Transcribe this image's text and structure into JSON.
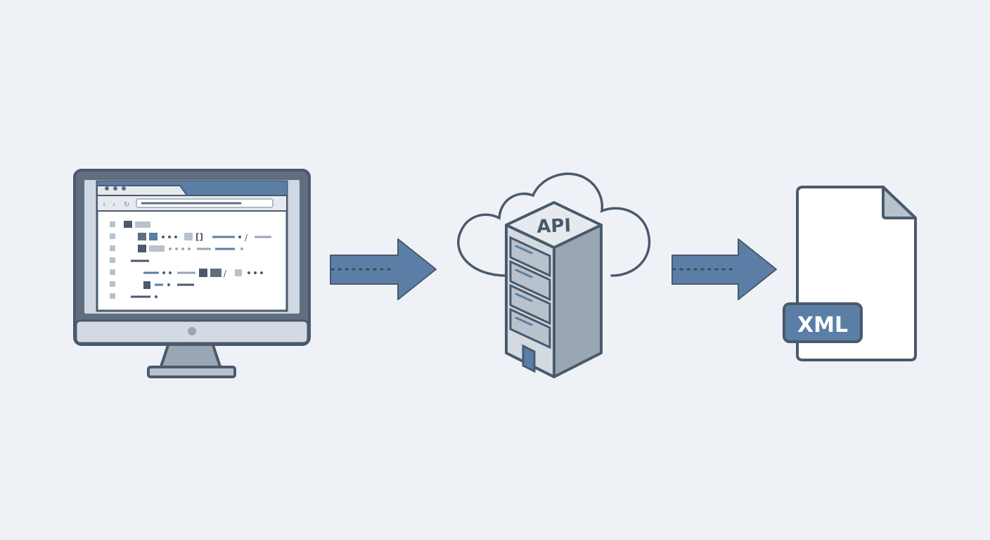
{
  "colors": {
    "background": "#eef2f6",
    "outline": "#4a5a6c",
    "accent": "#5b7ea6",
    "light_gray": "#b9c2cc",
    "mid_gray": "#9aa6b3",
    "white": "#ffffff"
  },
  "nodes": [
    {
      "id": "computer",
      "icon": "monitor-browser-code-icon"
    },
    {
      "id": "server",
      "icon": "cloud-server-icon",
      "label": "API"
    },
    {
      "id": "document",
      "icon": "xml-document-icon",
      "label": "XML"
    }
  ],
  "edges": [
    {
      "from": "computer",
      "to": "server",
      "style": "dotted-arrow"
    },
    {
      "from": "server",
      "to": "document",
      "style": "dotted-arrow"
    }
  ]
}
